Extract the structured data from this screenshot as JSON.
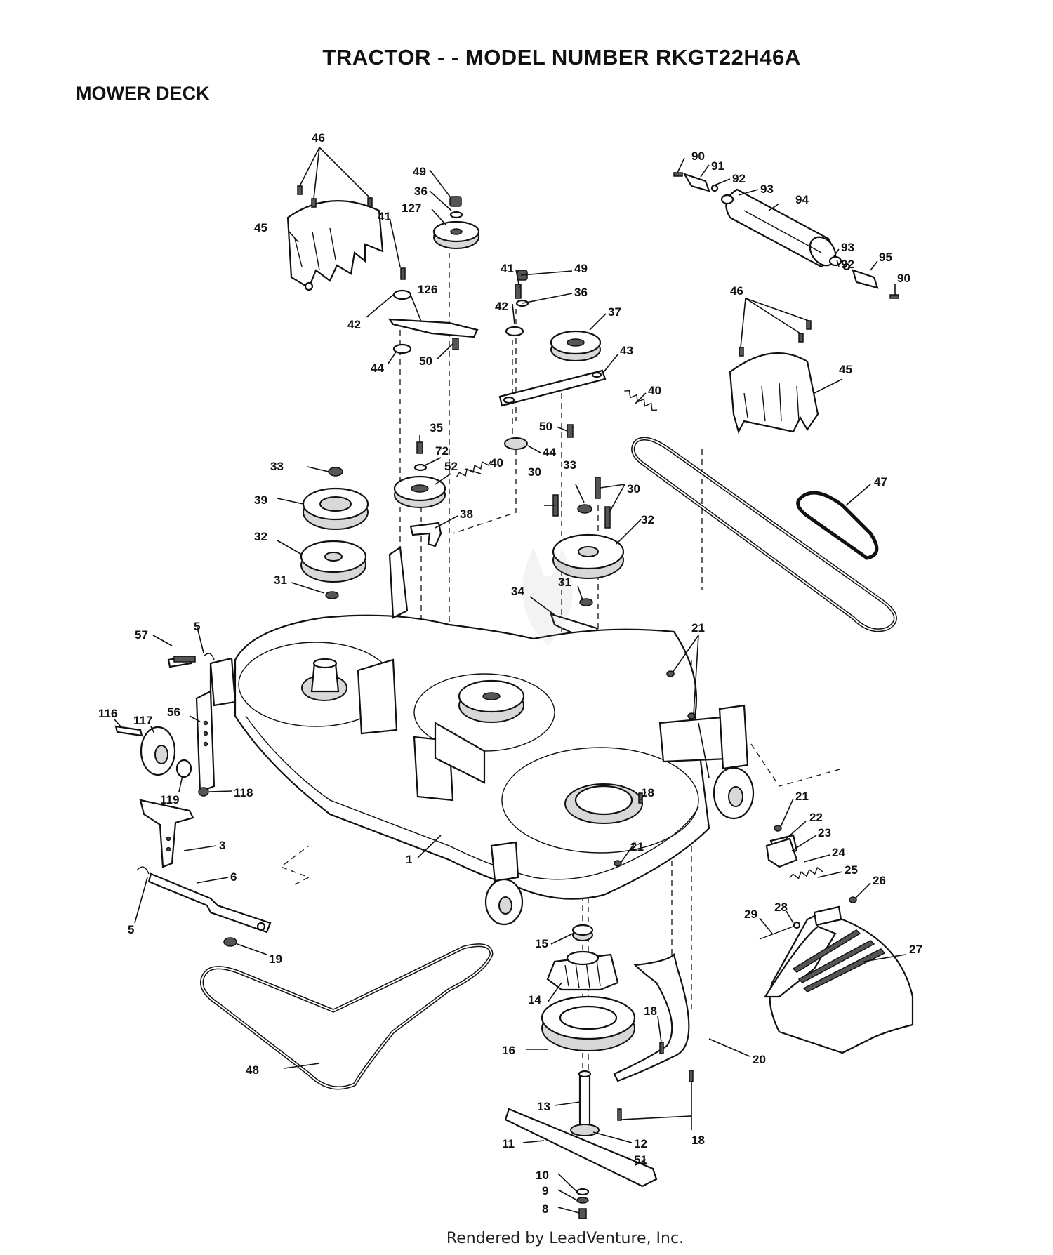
{
  "header": {
    "title": "TRACTOR - - MODEL NUMBER RKGT22H46A",
    "section": "MOWER DECK"
  },
  "footer": {
    "text": "Rendered by LeadVenture, Inc."
  },
  "callouts": [
    {
      "id": "c46a",
      "label": "46"
    },
    {
      "id": "c49a",
      "label": "49"
    },
    {
      "id": "c36a",
      "label": "36"
    },
    {
      "id": "c127",
      "label": "127"
    },
    {
      "id": "c45a",
      "label": "45"
    },
    {
      "id": "c41a",
      "label": "41"
    },
    {
      "id": "c126",
      "label": "126"
    },
    {
      "id": "c42a",
      "label": "42"
    },
    {
      "id": "c44a",
      "label": "44"
    },
    {
      "id": "c50a",
      "label": "50"
    },
    {
      "id": "c41b",
      "label": "41"
    },
    {
      "id": "c42b",
      "label": "42"
    },
    {
      "id": "c49b",
      "label": "49"
    },
    {
      "id": "c36b",
      "label": "36"
    },
    {
      "id": "c37",
      "label": "37"
    },
    {
      "id": "c43",
      "label": "43"
    },
    {
      "id": "c40a",
      "label": "40"
    },
    {
      "id": "c50b",
      "label": "50"
    },
    {
      "id": "c44b",
      "label": "44"
    },
    {
      "id": "c90a",
      "label": "90"
    },
    {
      "id": "c91",
      "label": "91"
    },
    {
      "id": "c92a",
      "label": "92"
    },
    {
      "id": "c93a",
      "label": "93"
    },
    {
      "id": "c94",
      "label": "94"
    },
    {
      "id": "c93b",
      "label": "93"
    },
    {
      "id": "c92b",
      "label": "92"
    },
    {
      "id": "c95",
      "label": "95"
    },
    {
      "id": "c90b",
      "label": "90"
    },
    {
      "id": "c46b",
      "label": "46"
    },
    {
      "id": "c45b",
      "label": "45"
    },
    {
      "id": "c47",
      "label": "47"
    },
    {
      "id": "c35",
      "label": "35"
    },
    {
      "id": "c72",
      "label": "72"
    },
    {
      "id": "c52",
      "label": "52"
    },
    {
      "id": "c40b",
      "label": "40"
    },
    {
      "id": "c38",
      "label": "38"
    },
    {
      "id": "c33a",
      "label": "33"
    },
    {
      "id": "c39",
      "label": "39"
    },
    {
      "id": "c32a",
      "label": "32"
    },
    {
      "id": "c31a",
      "label": "31"
    },
    {
      "id": "c30a",
      "label": "30"
    },
    {
      "id": "c33b",
      "label": "33"
    },
    {
      "id": "c30b",
      "label": "30"
    },
    {
      "id": "c32b",
      "label": "32"
    },
    {
      "id": "c31b",
      "label": "31"
    },
    {
      "id": "c34",
      "label": "34"
    },
    {
      "id": "c21a",
      "label": "21"
    },
    {
      "id": "c5a",
      "label": "5"
    },
    {
      "id": "c57",
      "label": "57"
    },
    {
      "id": "c116",
      "label": "116"
    },
    {
      "id": "c117",
      "label": "117"
    },
    {
      "id": "c56",
      "label": "56"
    },
    {
      "id": "c119",
      "label": "119"
    },
    {
      "id": "c118",
      "label": "118"
    },
    {
      "id": "c3",
      "label": "3"
    },
    {
      "id": "c1",
      "label": "1"
    },
    {
      "id": "c6",
      "label": "6"
    },
    {
      "id": "c5b",
      "label": "5"
    },
    {
      "id": "c19",
      "label": "19"
    },
    {
      "id": "c18a",
      "label": "18"
    },
    {
      "id": "c21b",
      "label": "21"
    },
    {
      "id": "c21c",
      "label": "21"
    },
    {
      "id": "c22",
      "label": "22"
    },
    {
      "id": "c23",
      "label": "23"
    },
    {
      "id": "c24",
      "label": "24"
    },
    {
      "id": "c25",
      "label": "25"
    },
    {
      "id": "c26",
      "label": "26"
    },
    {
      "id": "c28",
      "label": "28"
    },
    {
      "id": "c29",
      "label": "29"
    },
    {
      "id": "c27",
      "label": "27"
    },
    {
      "id": "c15",
      "label": "15"
    },
    {
      "id": "c14",
      "label": "14"
    },
    {
      "id": "c18b",
      "label": "18"
    },
    {
      "id": "c20",
      "label": "20"
    },
    {
      "id": "c16",
      "label": "16"
    },
    {
      "id": "c48",
      "label": "48"
    },
    {
      "id": "c13",
      "label": "13"
    },
    {
      "id": "c18c",
      "label": "18"
    },
    {
      "id": "c11",
      "label": "11"
    },
    {
      "id": "c12",
      "label": "12"
    },
    {
      "id": "c51",
      "label": "51"
    },
    {
      "id": "c10",
      "label": "10"
    },
    {
      "id": "c9",
      "label": "9"
    },
    {
      "id": "c8",
      "label": "8"
    }
  ]
}
